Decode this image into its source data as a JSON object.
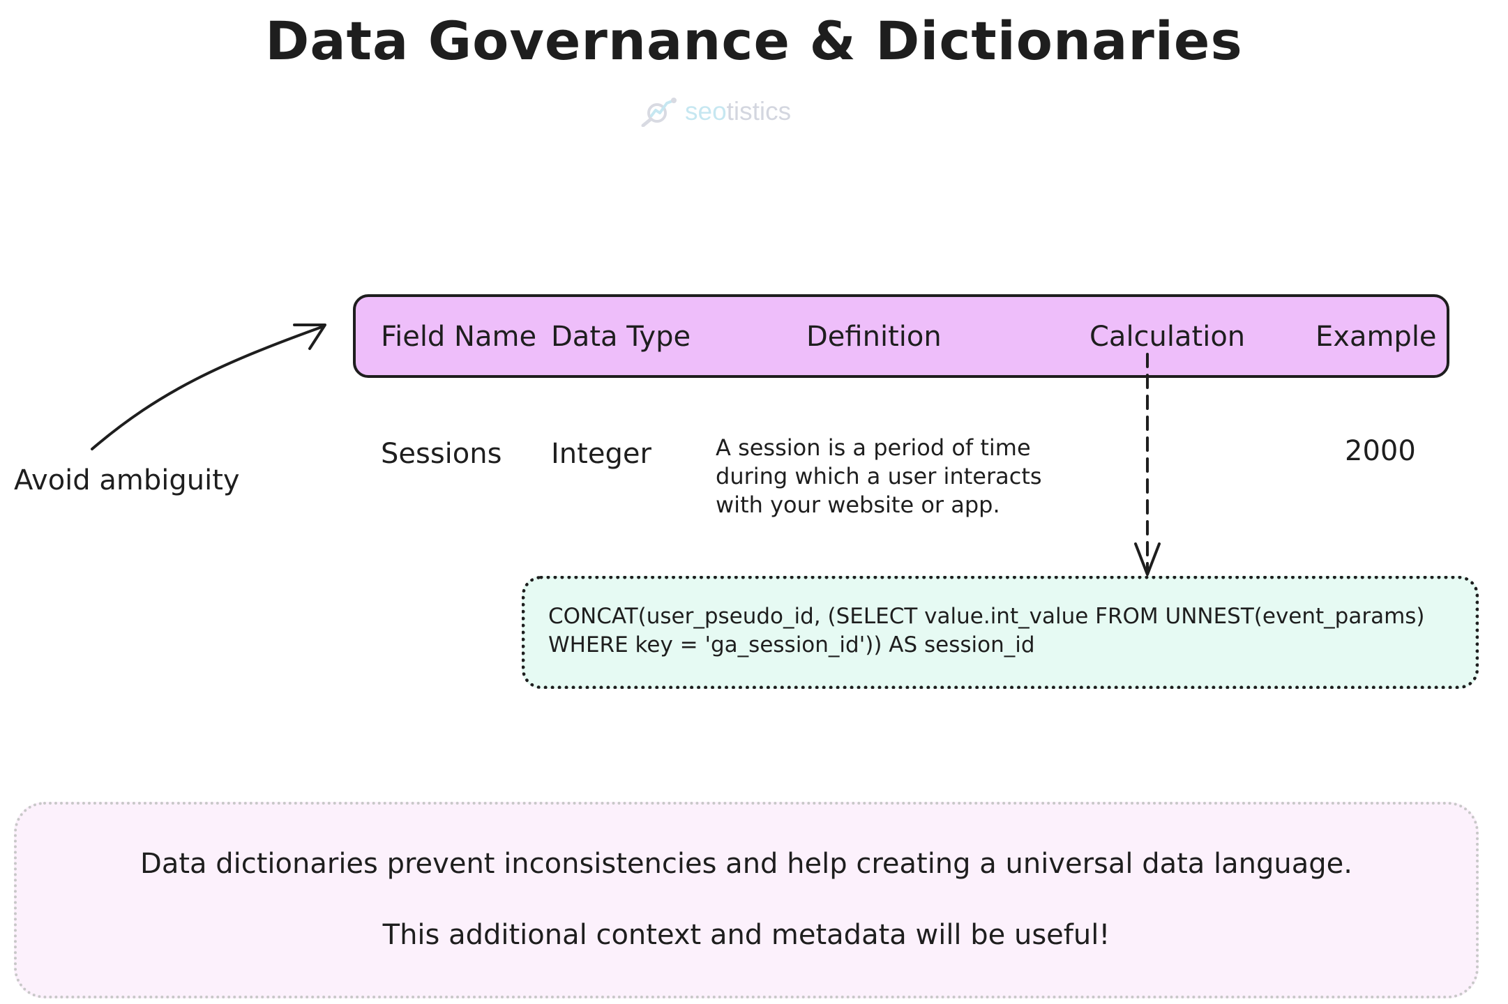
{
  "title": "Data Governance & Dictionaries",
  "logo": {
    "part1": "seo",
    "part2": "tistics"
  },
  "table": {
    "columns": [
      "Field Name",
      "Data Type",
      "Definition",
      "Calculation",
      "Example"
    ],
    "row": {
      "field_name": "Sessions",
      "data_type": "Integer",
      "definition": "A session is a period of time during which a user interacts with your website or app.",
      "example": "2000"
    }
  },
  "calculation": {
    "line1": "CONCAT(user_pseudo_id, (SELECT value.int_value FROM UNNEST(event_params)",
    "line2": "WHERE key = 'ga_session_id')) AS session_id"
  },
  "annotation": "Avoid ambiguity",
  "note": {
    "line1": "Data dictionaries prevent inconsistencies and help creating a universal data language.",
    "line2": "This additional context and metadata will be useful!"
  },
  "colors": {
    "header_fill": "#eebefa",
    "calc_fill": "#e6faf3",
    "note_fill": "#fcf1fc",
    "stroke": "#1e1e1e"
  }
}
